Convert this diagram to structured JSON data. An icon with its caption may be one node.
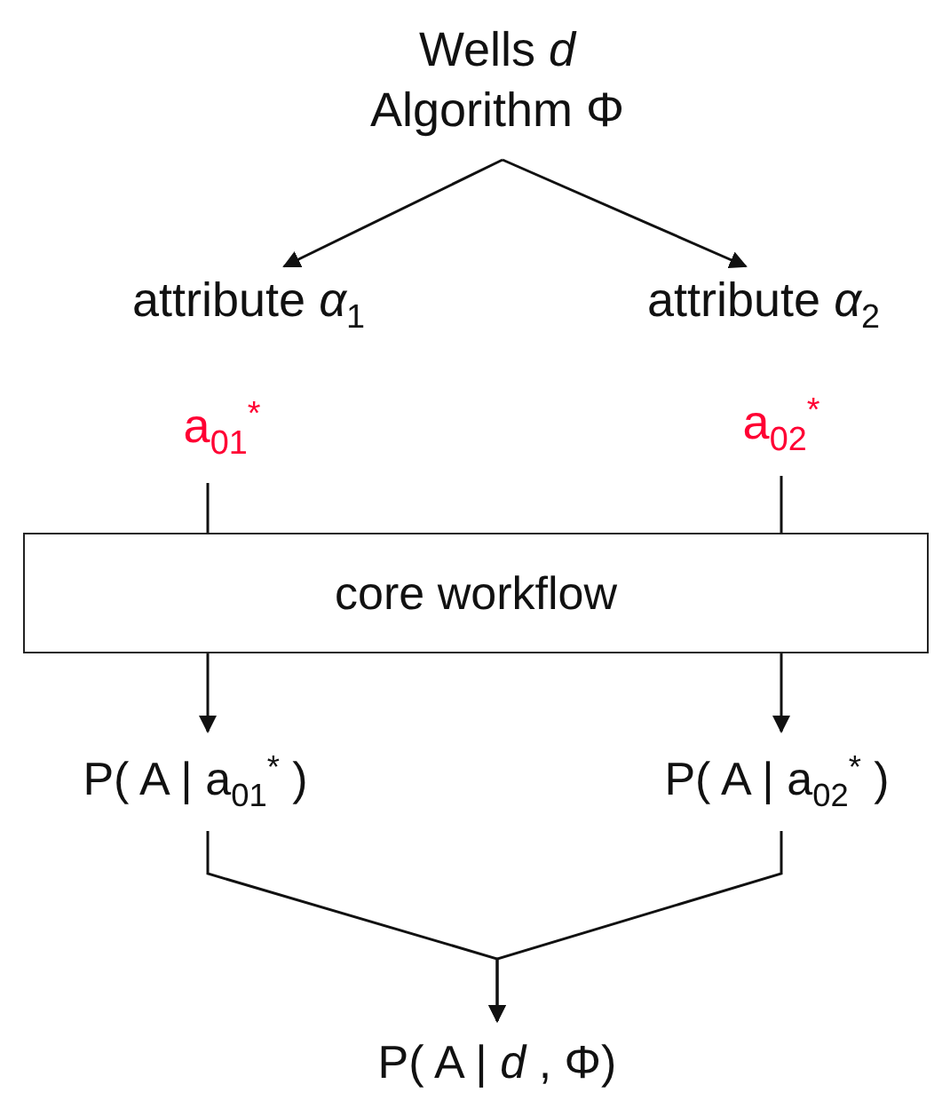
{
  "diagram": {
    "nodes": [
      {
        "text": [
          "Wells *d*",
          "Algorithm Φ"
        ]
      },
      {
        "text": [
          "attribute *α*$_{1}$"
        ]
      },
      {
        "text": [
          "a$_{01}$$^{*}$"
        ]
      },
      {
        "text": [
          "attribute *α*$_{2}$"
        ]
      },
      {
        "text": [
          "a$_{02}$$^{*}$"
        ]
      },
      {
        "text": [
          "core workflow"
        ]
      },
      {
        "text": [
          "P( A | a$_{01}$$^{*}$ )"
        ]
      },
      {
        "text": [
          "P( A | a$_{02}$$^{*}$ )"
        ]
      },
      {
        "text": [
          "P( A | *d* , Φ)"
        ]
      }
    ],
    "edges": [
      {
        "from": 0,
        "to": 1,
        "arrow": "to"
      },
      {
        "from": 0,
        "to": 3,
        "arrow": "to"
      },
      {
        "from": 2,
        "to": 5,
        "arrow": "none"
      },
      {
        "from": 4,
        "to": 5,
        "arrow": "none"
      },
      {
        "from": 5,
        "to": 6,
        "arrow": "to"
      },
      {
        "from": 5,
        "to": 7,
        "arrow": "to"
      },
      {
        "from": 6,
        "to": 8,
        "arrow": "to"
      },
      {
        "from": 7,
        "to": 8,
        "arrow": "to"
      }
    ]
  }
}
